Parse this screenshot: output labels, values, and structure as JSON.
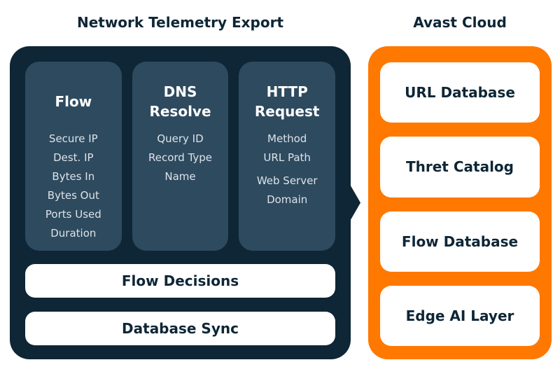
{
  "colors": {
    "background": "#ffffff",
    "panel_dark": "#0e2636",
    "column_bg": "#2e4a5f",
    "orange": "#ff7800",
    "box_bg": "#ffffff",
    "heading_text": "#ffffff",
    "item_text": "#dde3e8",
    "dark_text": "#0e2636"
  },
  "left_panel": {
    "title": "Network Telemetry Export",
    "columns": [
      {
        "heading": "Flow",
        "items": [
          "Secure IP",
          "Dest. IP",
          "Bytes In",
          "Bytes Out",
          "Ports Used",
          "Duration"
        ]
      },
      {
        "heading": "DNS Resolve",
        "items": [
          "Query ID",
          "Record Type",
          "Name"
        ]
      },
      {
        "heading": "HTTP Request",
        "items": [
          "Method",
          "URL Path",
          "Web Server Domain"
        ]
      }
    ],
    "bars": [
      {
        "label": "Flow Decisions"
      },
      {
        "label": "Database Sync"
      }
    ]
  },
  "right_panel": {
    "title": "Avast Cloud",
    "boxes": [
      {
        "label": "URL Database"
      },
      {
        "label": "Thret Catalog"
      },
      {
        "label": "Flow Database"
      },
      {
        "label": "Edge AI Layer"
      }
    ]
  }
}
